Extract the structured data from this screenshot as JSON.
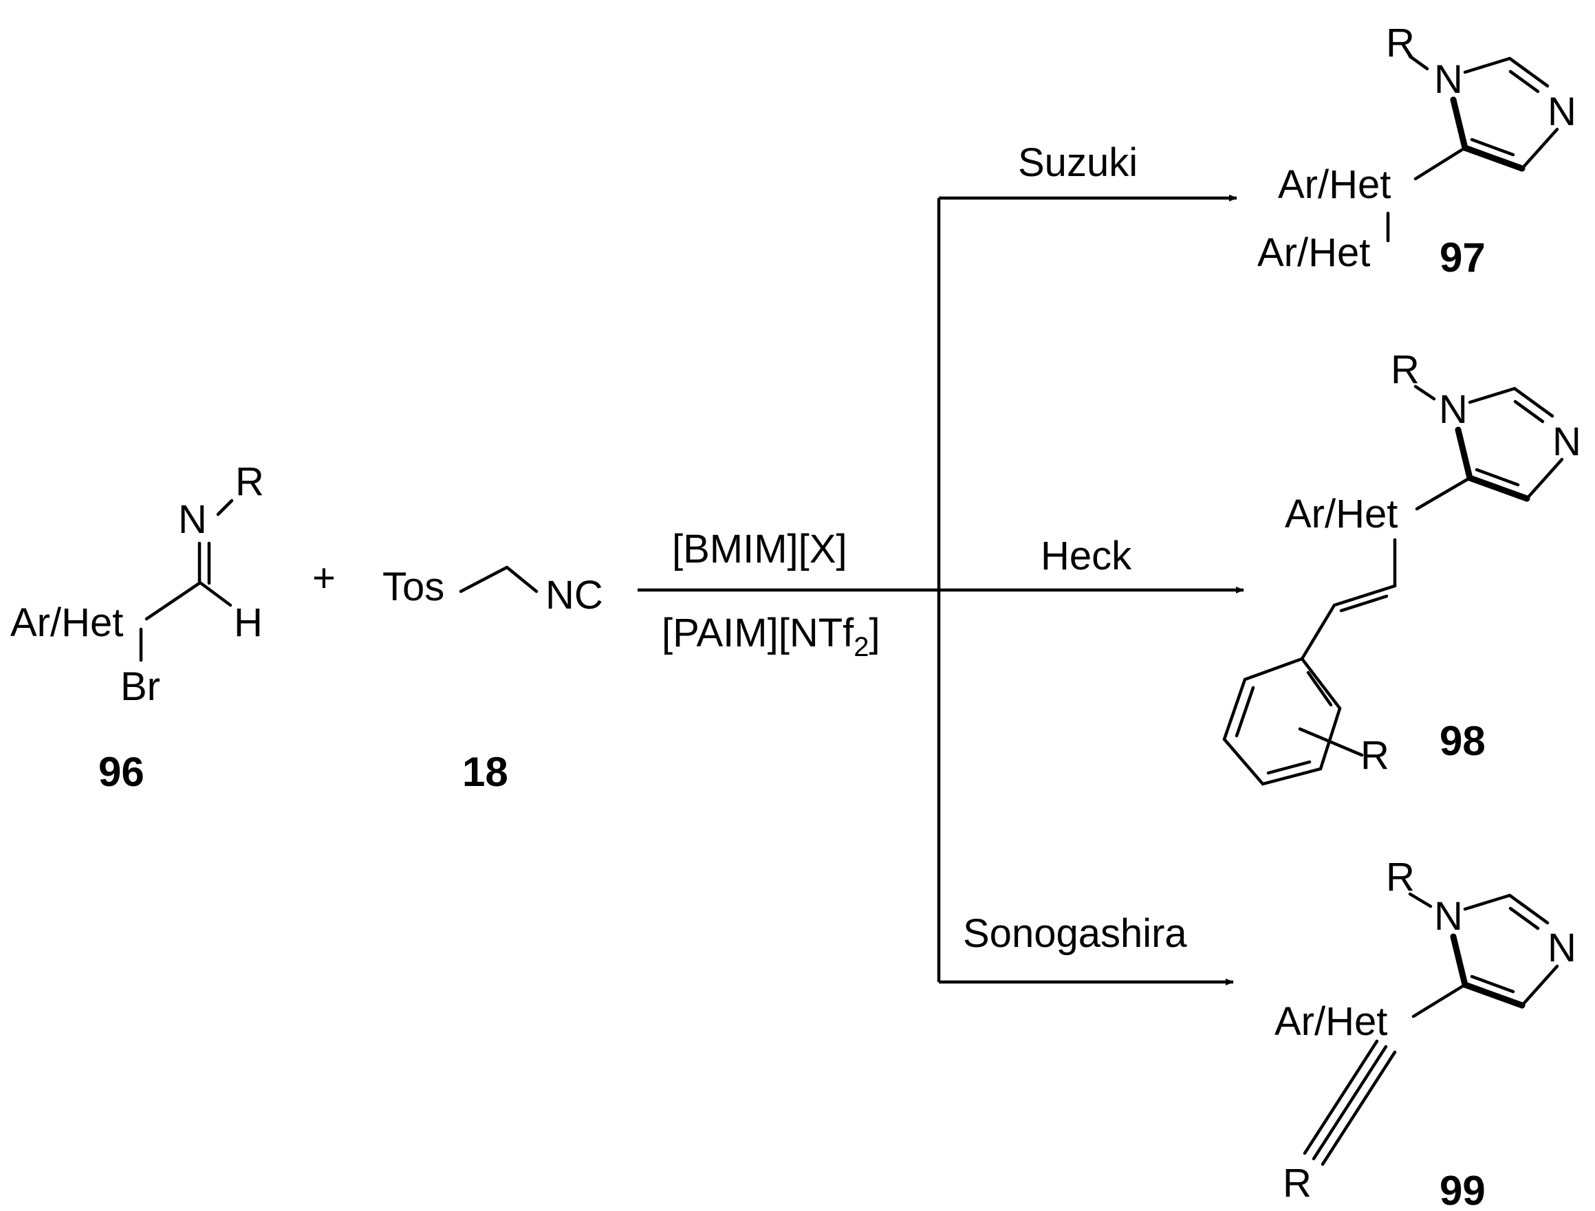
{
  "reactant_96": {
    "aryl": "Ar/Het",
    "imine_n": "N",
    "imine_r": "R",
    "h": "H",
    "br": "Br",
    "number": "96"
  },
  "plus": "+",
  "reactant_18": {
    "tos": "Tos",
    "nc": "NC",
    "number": "18"
  },
  "conditions": {
    "above": "[BMIM][X]",
    "below_main": "[PAIM][NTf",
    "below_sub": "2",
    "below_end": "]"
  },
  "branches": {
    "suzuki": "Suzuki",
    "heck": "Heck",
    "sonogashira": "Sonogashira"
  },
  "product_97": {
    "r": "R",
    "n1": "N",
    "n3": "N",
    "aryl": "Ar/Het",
    "aryl2": "Ar/Het",
    "number": "97"
  },
  "product_98": {
    "r": "R",
    "n1": "N",
    "n3": "N",
    "aryl": "Ar/Het",
    "ring_r": "R",
    "number": "98"
  },
  "product_99": {
    "r": "R",
    "n1": "N",
    "n3": "N",
    "aryl": "Ar/Het",
    "alkyne_r": "R",
    "number": "99"
  }
}
